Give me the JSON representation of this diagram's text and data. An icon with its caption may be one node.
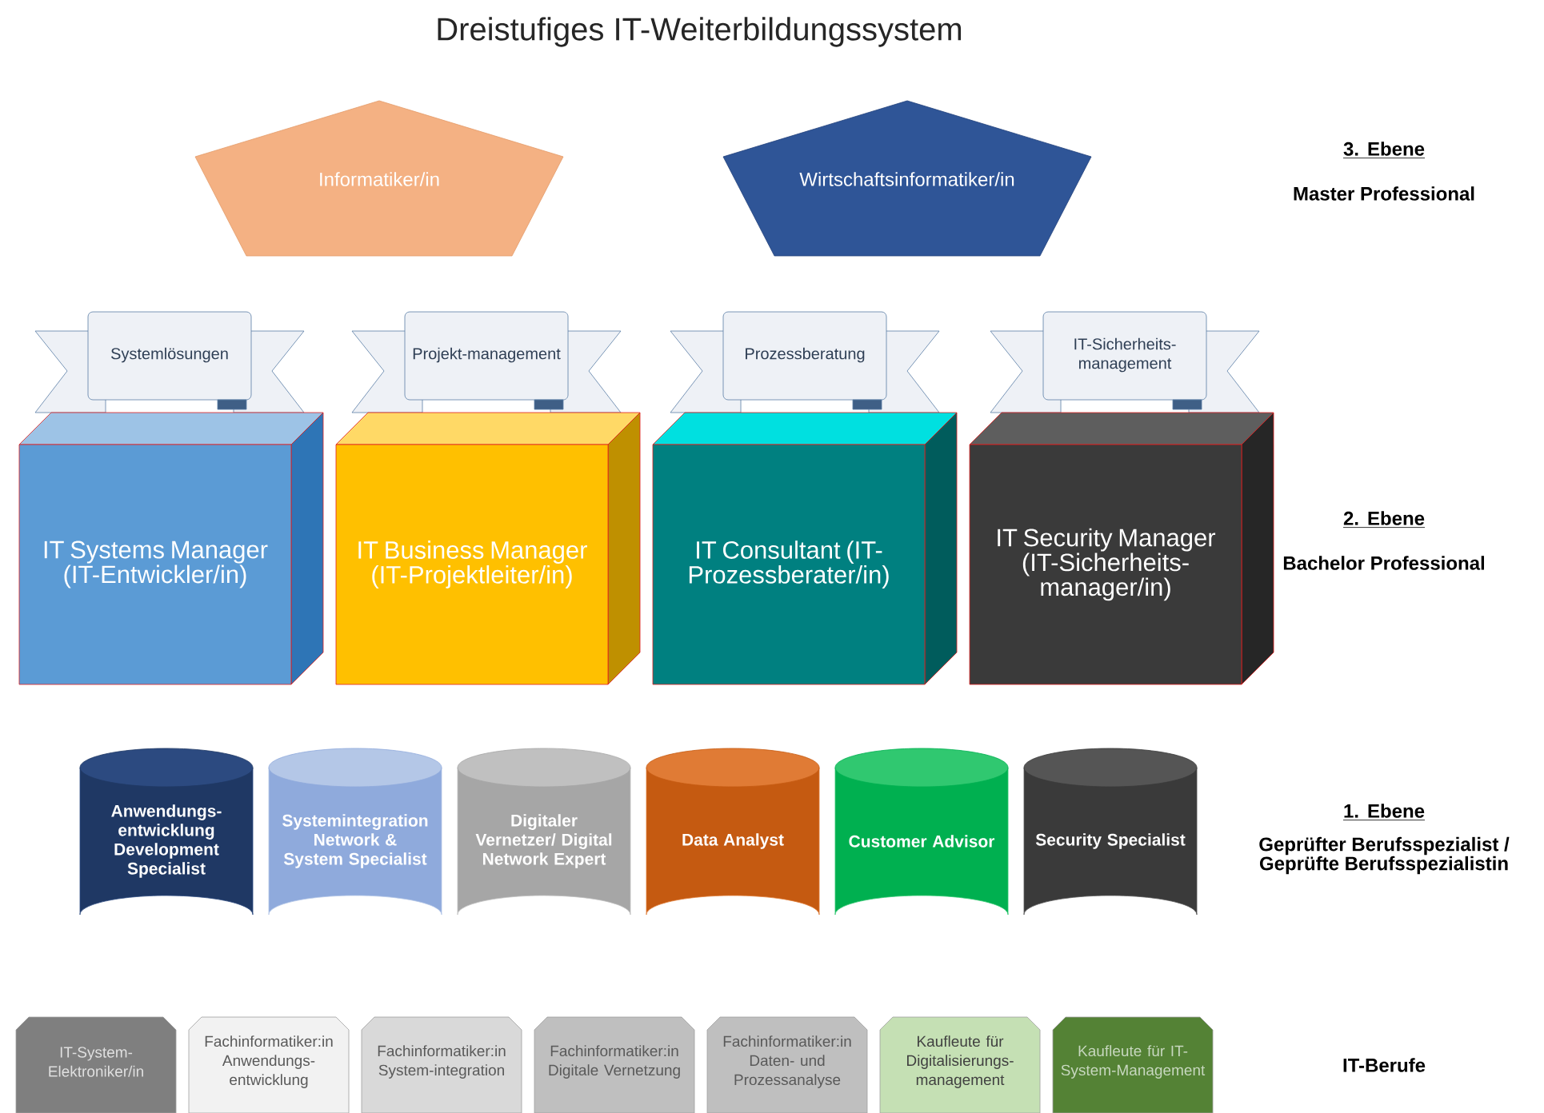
{
  "diagram": {
    "title": "Dreistufiges IT-Weiterbildungssystem",
    "nodes": [
      {
        "text": [
          "Informatiker/in"
        ]
      },
      {
        "text": [
          "Wirtschaftsinformatiker/in"
        ]
      },
      {
        "text": [
          "Systemlösungen"
        ]
      },
      {
        "text": [
          "Projekt-management"
        ]
      },
      {
        "text": [
          "Prozessberatung"
        ]
      },
      {
        "text": [
          "IT-Sicherheits-management"
        ]
      },
      {
        "text": [
          "IT Systems Manager (IT-Entwickler/in)"
        ]
      },
      {
        "text": [
          "IT Business Manager (IT-Projektleiter/in)"
        ]
      },
      {
        "text": [
          "IT Consultant (IT- Prozessberater/in)"
        ]
      },
      {
        "text": [
          "IT Security Manager (IT-Sicherheits-manager/in)"
        ]
      },
      {
        "text": [
          "Anwendungs-entwicklung Development Specialist"
        ]
      },
      {
        "text": [
          "Systemintegration Network & System Specialist"
        ]
      },
      {
        "text": [
          "Digitaler Vernetzer/ Digital Network Expert"
        ]
      },
      {
        "text": [
          "Data Analyst"
        ]
      },
      {
        "text": [
          "Customer Advisor"
        ]
      },
      {
        "text": [
          "Security Specialist"
        ]
      },
      {
        "text": [
          "IT-System-Elektroniker/in"
        ]
      },
      {
        "text": [
          "Fachinformatiker:in Anwendungs-entwicklung"
        ]
      },
      {
        "text": [
          "Fachinformatiker:in System-integration"
        ]
      },
      {
        "text": [
          "Fachinformatiker:in Digitale Vernetzung"
        ]
      },
      {
        "text": [
          "Fachinformatiker:in Daten- und Prozessanalyse"
        ]
      },
      {
        "text": [
          "Kaufleute für Digitalisierungs-management"
        ]
      },
      {
        "text": [
          "Kaufleute für IT-System-Management"
        ]
      }
    ],
    "labels": [
      "3. Ebene",
      "Master Professional",
      "2. Ebene",
      "Bachelor Professional",
      "1. Ebene",
      "Geprüfter Berufsspezialist / Geprüfte Berufsspezialistin",
      "IT-Berufe"
    ]
  }
}
